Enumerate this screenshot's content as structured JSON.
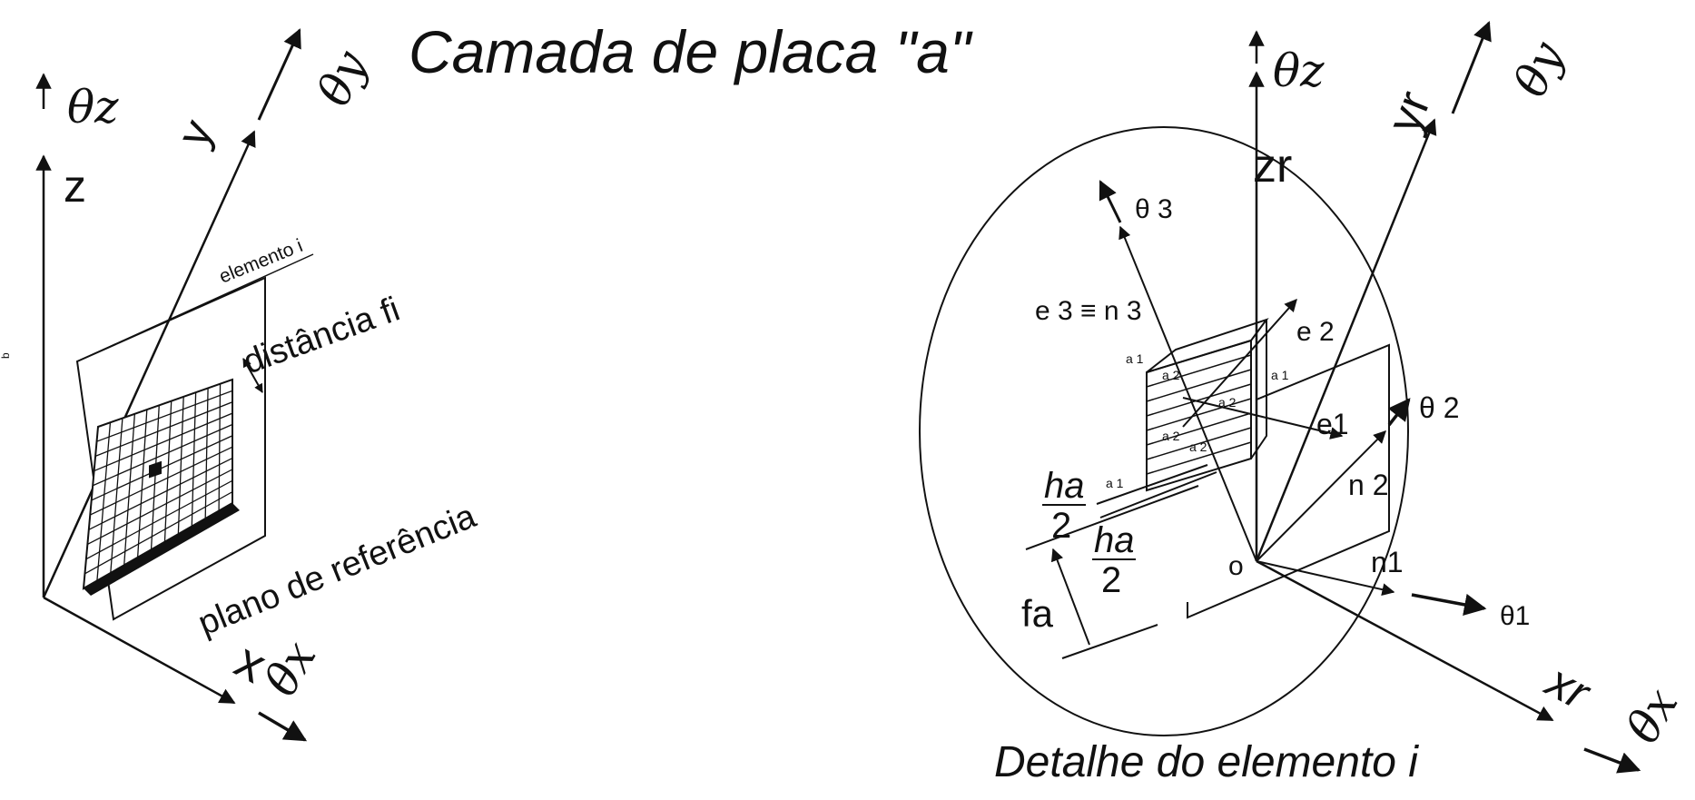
{
  "title": "Camada de placa \"a\"",
  "left": {
    "theta_z": "θz",
    "z": "z",
    "y": "y",
    "theta_y": "θy",
    "x": "x",
    "theta_x": "θx",
    "elemento": "elemento i",
    "distancia": "distância fi",
    "plano": "plano de referência",
    "margin_mark": "b"
  },
  "right": {
    "theta_z": "θz",
    "zr": "zr",
    "yr": "yr",
    "theta_y": "θy",
    "xr": "xr",
    "theta_x": "θx",
    "theta3": "θ 3",
    "e3n3": "e 3 ≡ n 3",
    "e2": "e 2",
    "e1": "e1",
    "theta2": "θ 2",
    "n2": "n 2",
    "n1": "n1",
    "theta1": "θ1",
    "origin": "o",
    "ha": "ha",
    "two": "2",
    "fa": "fa",
    "a1": "a 1",
    "a2": "a 2",
    "caption": "Detalhe do elemento i"
  }
}
